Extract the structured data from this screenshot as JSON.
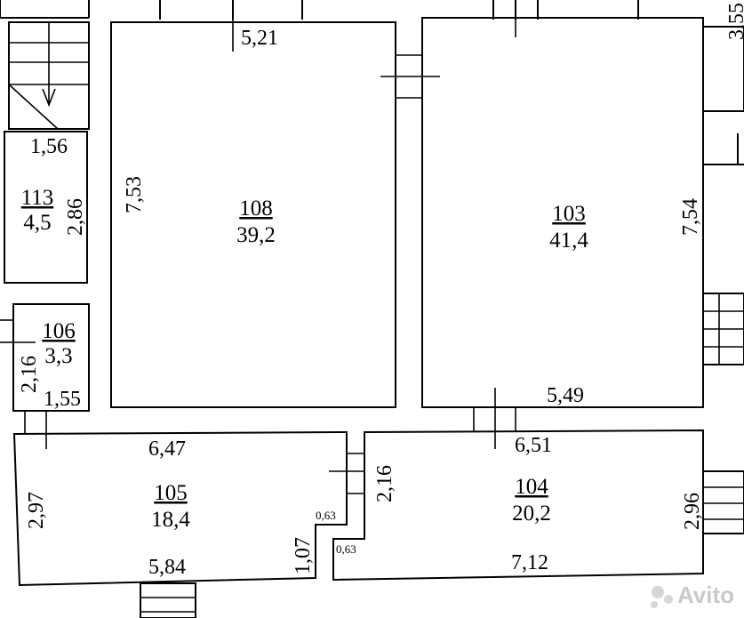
{
  "rooms": {
    "r108": {
      "number": "108",
      "area": "39,2",
      "dims": {
        "top": "5,21",
        "left": "7,53"
      }
    },
    "r103": {
      "number": "103",
      "area": "41,4",
      "dims": {
        "right": "7,54",
        "bottom": "5,49"
      }
    },
    "r113": {
      "number": "113",
      "area": "4,5",
      "dims": {
        "top": "1,56",
        "right": "2,86"
      }
    },
    "r106": {
      "number": "106",
      "area": "3,3",
      "dims": {
        "left": "2,16",
        "bottom": "1,55"
      }
    },
    "r105": {
      "number": "105",
      "area": "18,4",
      "dims": {
        "top": "6,47",
        "left": "2,97",
        "bottom": "5,84",
        "step_v": "1,07",
        "step_h": "0,63"
      }
    },
    "r104": {
      "number": "104",
      "area": "20,2",
      "dims": {
        "top": "6,51",
        "left": "2,16",
        "right": "2,96",
        "bottom": "7,12",
        "step_h": "0,63"
      }
    }
  },
  "edge_dims": {
    "right_top_partial": "3,55"
  },
  "watermark": {
    "text": "Avito"
  }
}
